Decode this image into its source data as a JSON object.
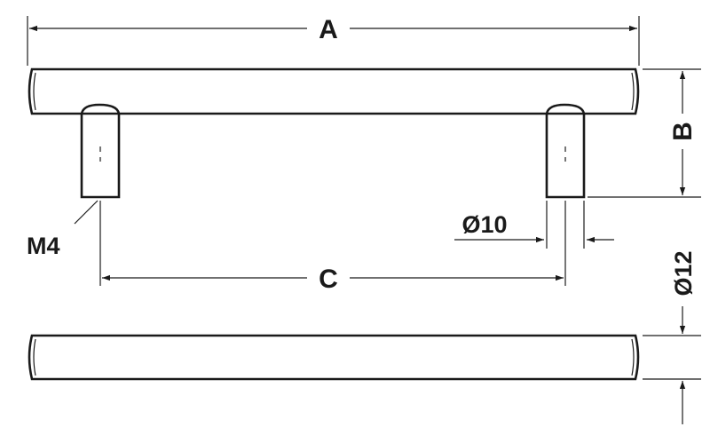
{
  "labels": {
    "overall_length": "A",
    "height": "B",
    "hole_centres": "C",
    "post_diameter": "Ø10",
    "bar_diameter": "Ø12",
    "thread": "M4"
  },
  "colors": {
    "line": "#1a1a1a",
    "background": "#ffffff"
  }
}
